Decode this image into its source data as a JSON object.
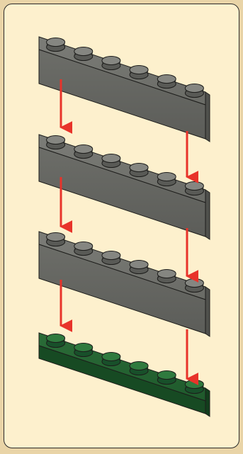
{
  "instruction_step": {
    "bricks": [
      {
        "name": "brick-1x6",
        "color": "#6e6f6b",
        "studs": 6
      },
      {
        "name": "brick-1x6",
        "color": "#6e6f6b",
        "studs": 6
      },
      {
        "name": "brick-1x6",
        "color": "#6e6f6b",
        "studs": 6
      },
      {
        "name": "plate-1x6",
        "color": "#1f5a2c",
        "studs": 6
      }
    ],
    "arrow_color": "#e8332a",
    "panel_background": "#fdf0cd",
    "page_background": "#e9d4a7"
  }
}
